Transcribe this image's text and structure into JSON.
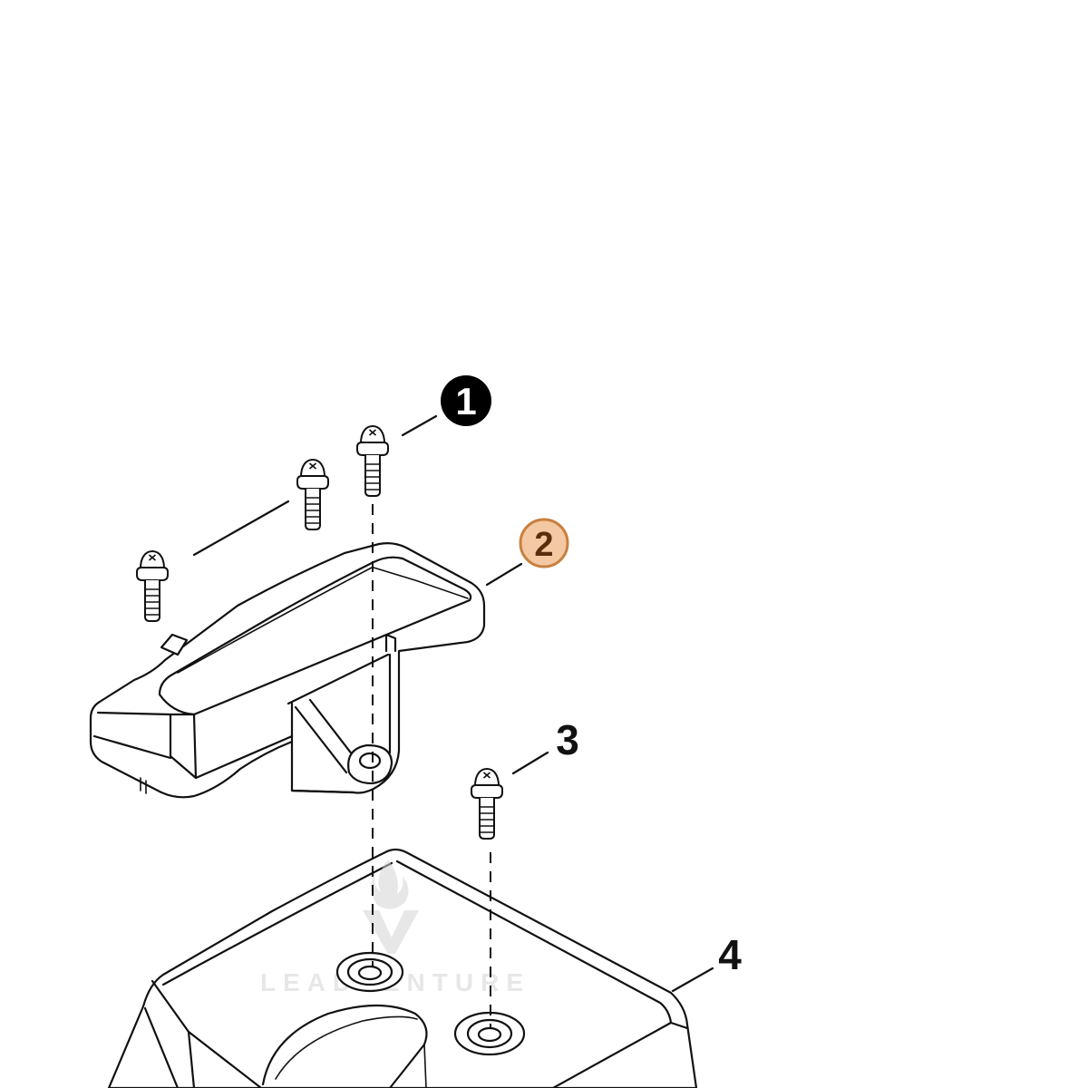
{
  "callouts": {
    "item_1": "1",
    "item_2": "2",
    "item_3": "3",
    "item_4": "4"
  },
  "watermark": "LEADVENTURE",
  "colors": {
    "line": "#111111",
    "callout_1_fill": "#000000",
    "callout_1_text": "#ffffff",
    "callout_2_fill": "#f3c8a2",
    "callout_2_stroke": "#c8803f",
    "callout_2_text": "#5b2d0b",
    "watermark": "#d4d4d4"
  }
}
